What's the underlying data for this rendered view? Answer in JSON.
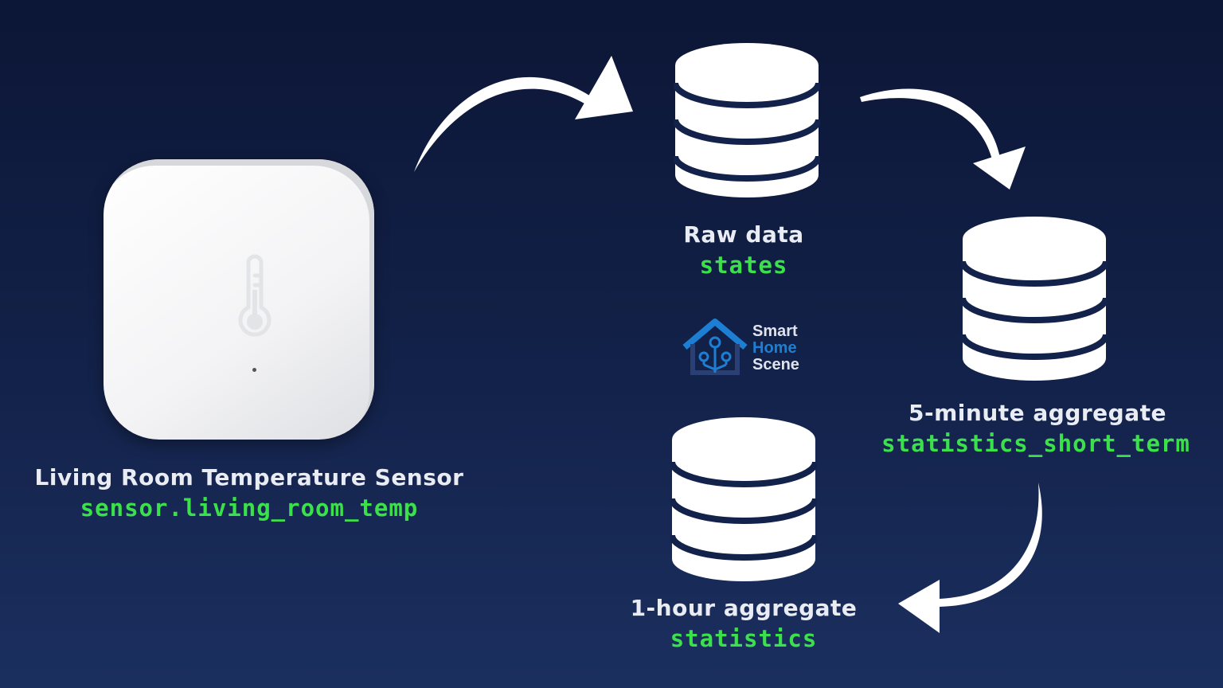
{
  "colors": {
    "background_top": "#0c1636",
    "background_bottom": "#1b2f5f",
    "title_text": "#e9ecf3",
    "code_text": "#3be14a",
    "arrow": "#ffffff",
    "database": "#ffffff",
    "logo_blue": "#1d7fd3",
    "logo_dark": "#2a3f73"
  },
  "sensor": {
    "title": "Living Room Temperature Sensor",
    "entity": "sensor.living_room_temp",
    "icon": "thermometer-icon"
  },
  "raw": {
    "title": "Raw data",
    "table": "states"
  },
  "short_term": {
    "title": "5-minute aggregate",
    "table": "statistics_short_term"
  },
  "long_term": {
    "title": "1-hour aggregate",
    "table": "statistics"
  },
  "logo": {
    "line1": "Smart",
    "line2": "Home",
    "line3": "Scene",
    "icon": "house-circuit-icon"
  }
}
